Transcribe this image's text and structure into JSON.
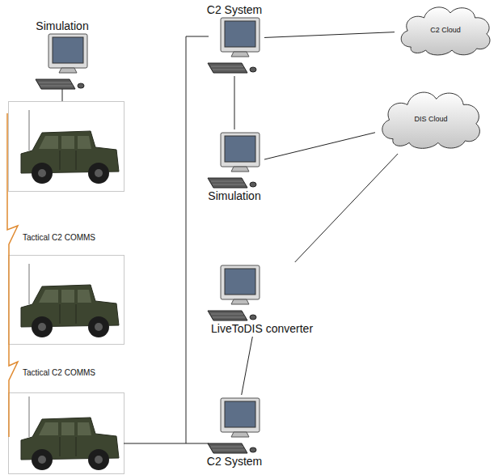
{
  "diagram": {
    "nodes": [
      {
        "text": [
          "Simulation"
        ]
      },
      {
        "text": [
          "C2 System"
        ]
      },
      {
        "text": [
          "Simulation"
        ]
      },
      {
        "text": [
          "LiveToDIS converter"
        ]
      },
      {
        "text": [
          "C2 System"
        ]
      },
      {
        "text": [
          "C2 Cloud"
        ]
      },
      {
        "text": [
          "DIS Cloud"
        ]
      }
    ],
    "edges": [
      {
        "from": 1,
        "to": 5,
        "arrow": "none"
      },
      {
        "from": 1,
        "to": 2,
        "arrow": "none"
      },
      {
        "from": 2,
        "to": 6,
        "arrow": "none"
      },
      {
        "from": 3,
        "to": 6,
        "arrow": "none"
      },
      {
        "from": 3,
        "to": 4,
        "arrow": "none"
      }
    ],
    "labels": [
      "Tactical C2 COMMS",
      "Tactical C2 COMMS"
    ]
  }
}
